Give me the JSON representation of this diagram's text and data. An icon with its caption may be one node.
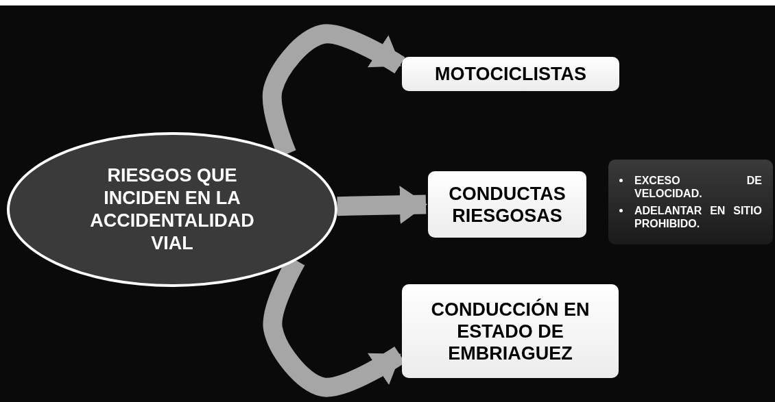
{
  "diagram": {
    "nodes": [
      {
        "text": [
          "RIESGOS QUE INCIDEN EN LA ACCIDENTALIDAD VIAL"
        ]
      },
      {
        "text": [
          "MOTOCICLISTAS"
        ]
      },
      {
        "text": [
          "CONDUCTAS RIESGOSAS"
        ]
      },
      {
        "text": [
          "EXCESO DE VELOCIDAD.",
          "ADELANTAR EN SITIO PROHIBIDO."
        ]
      },
      {
        "text": [
          "CONDUCCIÓN EN ESTADO DE EMBRIAGUEZ"
        ]
      }
    ],
    "edges": [
      {
        "from": 0,
        "to": 1,
        "arrow": "to"
      },
      {
        "from": 0,
        "to": 2,
        "arrow": "to"
      },
      {
        "from": 0,
        "to": 4,
        "arrow": "to"
      }
    ]
  }
}
